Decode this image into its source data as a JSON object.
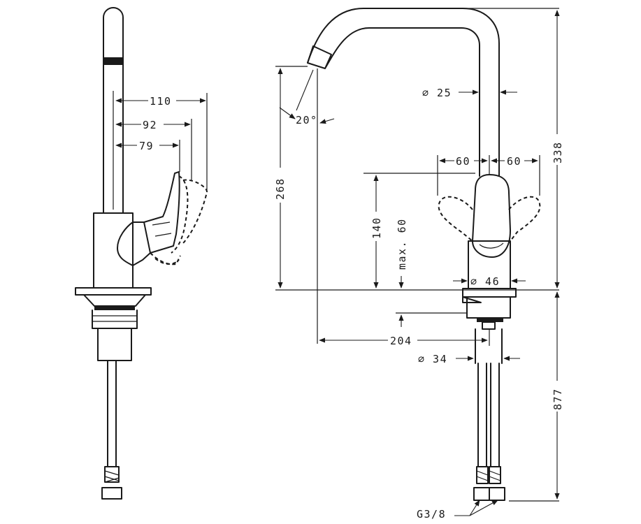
{
  "dimensions": {
    "reach_110": "110",
    "reach_92": "92",
    "reach_79": "79",
    "spout_diameter": "∅ 25",
    "spout_angle": "20°",
    "swing_left": "60",
    "swing_right": "60",
    "height_268": "268",
    "height_140": "140",
    "max_clearance": "max. 60",
    "total_height": "338",
    "body_diameter": "∅ 46",
    "reach_204": "204",
    "shank_diameter": "∅ 34",
    "hose_length": "877",
    "connection_thread": "G3/8"
  }
}
